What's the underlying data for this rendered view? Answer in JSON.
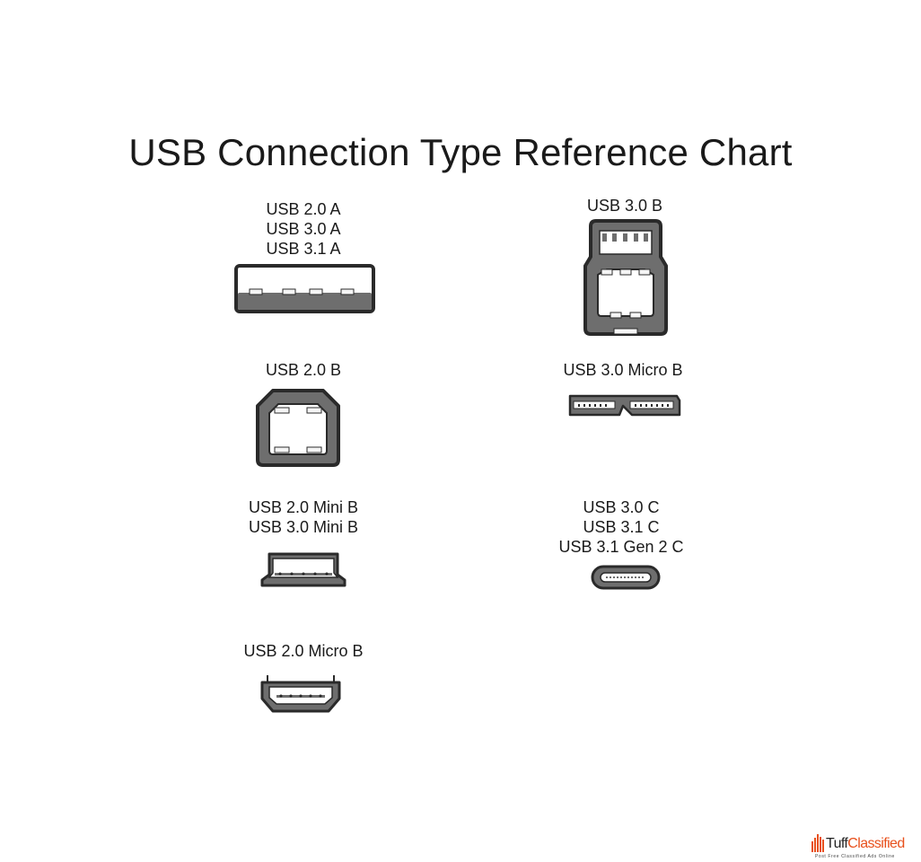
{
  "title": "USB Connection Type Reference Chart",
  "connectors": {
    "usb_a": {
      "lines": [
        "USB 2.0 A",
        "USB 3.0 A",
        "USB 3.1 A"
      ],
      "icon": "usb-a-connector-icon"
    },
    "usb_2_b": {
      "lines": [
        "USB 2.0 B"
      ],
      "icon": "usb-b-connector-icon"
    },
    "mini_b": {
      "lines": [
        "USB 2.0 Mini B",
        "USB 3.0 Mini B"
      ],
      "icon": "usb-mini-b-connector-icon"
    },
    "micro_b_2": {
      "lines": [
        "USB 2.0 Micro B"
      ],
      "icon": "usb-micro-b-connector-icon"
    },
    "usb_3_b": {
      "lines": [
        "USB 3.0 B"
      ],
      "icon": "usb-3-b-connector-icon"
    },
    "micro_b_3": {
      "lines": [
        "USB 3.0 Micro B"
      ],
      "icon": "usb-3-micro-b-connector-icon"
    },
    "usb_c": {
      "lines": [
        "USB 3.0 C",
        "USB 3.1 C",
        "USB 3.1 Gen 2 C"
      ],
      "icon": "usb-c-connector-icon"
    }
  },
  "colors": {
    "outline": "#2a2a2a",
    "body": "#6e6e6e",
    "slot": "#f5f5f5",
    "logo_accent": "#e8501c"
  },
  "logo": {
    "name_part1": "Tuff",
    "name_part2": "Classified",
    "tagline": "Post Free Classified Ads Online"
  }
}
